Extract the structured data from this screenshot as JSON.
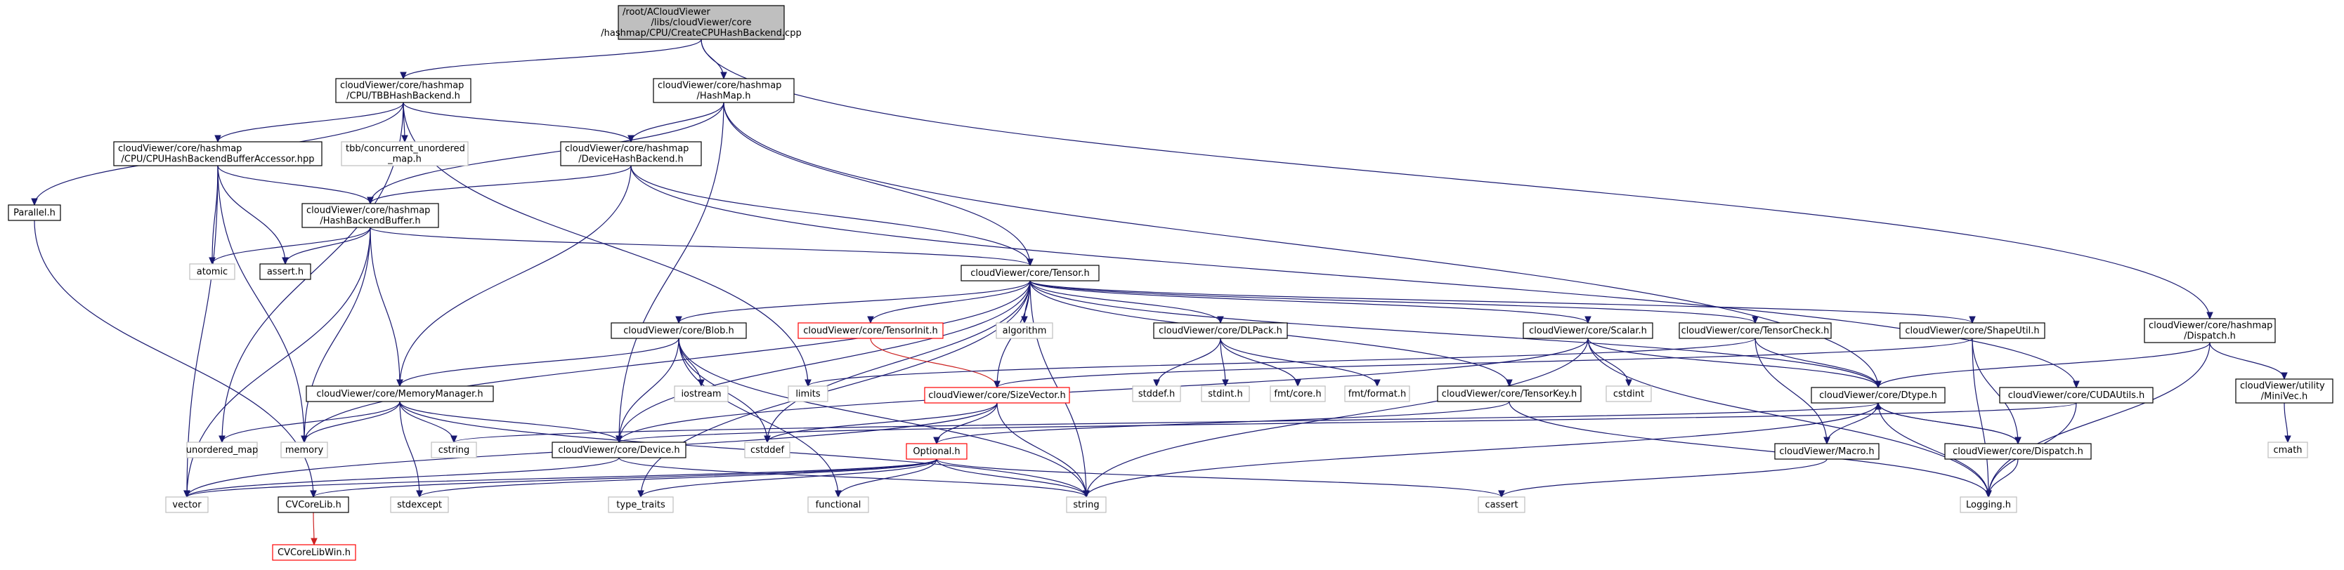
{
  "colors": {
    "edge": "#191970",
    "edge_red": "#cc2222",
    "box_black": "#000000",
    "box_grey": "#bfbfbf",
    "box_red": "#ff0000",
    "root_fill": "#bfbfbf"
  },
  "nodes": [
    {
      "id": "root",
      "lines": [
        "/root/ACloudViewer",
        "/libs/cloudViewer/core",
        "/hashmap/CPU/CreateCPUHashBackend.cpp"
      ],
      "style": "root"
    },
    {
      "id": "tbb_backend",
      "lines": [
        "cloudViewer/core/hashmap",
        "/CPU/TBBHashBackend.h"
      ],
      "style": "black"
    },
    {
      "id": "hashmap_h",
      "lines": [
        "cloudViewer/core/hashmap",
        "/HashMap.h"
      ],
      "style": "black"
    },
    {
      "id": "dispatch_hm",
      "lines": [
        "cloudViewer/core/hashmap",
        "/Dispatch.h"
      ],
      "style": "black"
    },
    {
      "id": "parallel",
      "lines": [
        "Parallel.h"
      ],
      "style": "black"
    },
    {
      "id": "cpu_accessor",
      "lines": [
        "cloudViewer/core/hashmap",
        "/CPU/CPUHashBackendBufferAccessor.hpp"
      ],
      "style": "black"
    },
    {
      "id": "tbb_map",
      "lines": [
        "tbb/concurrent_unordered",
        "_map.h"
      ],
      "style": "grey"
    },
    {
      "id": "device_backend",
      "lines": [
        "cloudViewer/core/hashmap",
        "/DeviceHashBackend.h"
      ],
      "style": "black"
    },
    {
      "id": "backend_buffer",
      "lines": [
        "cloudViewer/core/hashmap",
        "/HashBackendBuffer.h"
      ],
      "style": "black"
    },
    {
      "id": "atomic",
      "lines": [
        "atomic"
      ],
      "style": "grey"
    },
    {
      "id": "assert",
      "lines": [
        "assert.h"
      ],
      "style": "black"
    },
    {
      "id": "tensor",
      "lines": [
        "cloudViewer/core/Tensor.h"
      ],
      "style": "black"
    },
    {
      "id": "blob",
      "lines": [
        "cloudViewer/core/Blob.h"
      ],
      "style": "black"
    },
    {
      "id": "tensorinit",
      "lines": [
        "cloudViewer/core/TensorInit.h"
      ],
      "style": "red"
    },
    {
      "id": "algorithm",
      "lines": [
        "algorithm"
      ],
      "style": "grey"
    },
    {
      "id": "dlpack",
      "lines": [
        "cloudViewer/core/DLPack.h"
      ],
      "style": "black"
    },
    {
      "id": "scalar",
      "lines": [
        "cloudViewer/core/Scalar.h"
      ],
      "style": "black"
    },
    {
      "id": "tensorcheck",
      "lines": [
        "cloudViewer/core/TensorCheck.h"
      ],
      "style": "black"
    },
    {
      "id": "shapeutil",
      "lines": [
        "cloudViewer/core/ShapeUtil.h"
      ],
      "style": "black"
    },
    {
      "id": "minivec",
      "lines": [
        "cloudViewer/utility",
        "/MiniVec.h"
      ],
      "style": "black"
    },
    {
      "id": "memmgr",
      "lines": [
        "cloudViewer/core/MemoryManager.h"
      ],
      "style": "black"
    },
    {
      "id": "iostream",
      "lines": [
        "iostream"
      ],
      "style": "grey"
    },
    {
      "id": "limits",
      "lines": [
        "limits"
      ],
      "style": "grey"
    },
    {
      "id": "sizevector",
      "lines": [
        "cloudViewer/core/SizeVector.h"
      ],
      "style": "red"
    },
    {
      "id": "stddef_h",
      "lines": [
        "stddef.h"
      ],
      "style": "grey"
    },
    {
      "id": "stdint_h",
      "lines": [
        "stdint.h"
      ],
      "style": "grey"
    },
    {
      "id": "fmt_core",
      "lines": [
        "fmt/core.h"
      ],
      "style": "grey"
    },
    {
      "id": "fmt_format",
      "lines": [
        "fmt/format.h"
      ],
      "style": "grey"
    },
    {
      "id": "tensorkey",
      "lines": [
        "cloudViewer/core/TensorKey.h"
      ],
      "style": "black"
    },
    {
      "id": "cstdint",
      "lines": [
        "cstdint"
      ],
      "style": "grey"
    },
    {
      "id": "dtype",
      "lines": [
        "cloudViewer/core/Dtype.h"
      ],
      "style": "black"
    },
    {
      "id": "cudautils",
      "lines": [
        "cloudViewer/core/CUDAUtils.h"
      ],
      "style": "black"
    },
    {
      "id": "cmath",
      "lines": [
        "cmath"
      ],
      "style": "grey"
    },
    {
      "id": "unordered_map",
      "lines": [
        "unordered_map"
      ],
      "style": "grey"
    },
    {
      "id": "memory",
      "lines": [
        "memory"
      ],
      "style": "grey"
    },
    {
      "id": "cstring",
      "lines": [
        "cstring"
      ],
      "style": "grey"
    },
    {
      "id": "device",
      "lines": [
        "cloudViewer/core/Device.h"
      ],
      "style": "black"
    },
    {
      "id": "cstddef",
      "lines": [
        "cstddef"
      ],
      "style": "grey"
    },
    {
      "id": "optional",
      "lines": [
        "Optional.h"
      ],
      "style": "red"
    },
    {
      "id": "macro",
      "lines": [
        "cloudViewer/Macro.h"
      ],
      "style": "black"
    },
    {
      "id": "dispatch_core",
      "lines": [
        "cloudViewer/core/Dispatch.h"
      ],
      "style": "black"
    },
    {
      "id": "vector",
      "lines": [
        "vector"
      ],
      "style": "grey"
    },
    {
      "id": "cvcorelib",
      "lines": [
        "CVCoreLib.h"
      ],
      "style": "black"
    },
    {
      "id": "stdexcept",
      "lines": [
        "stdexcept"
      ],
      "style": "grey"
    },
    {
      "id": "type_traits",
      "lines": [
        "type_traits"
      ],
      "style": "grey"
    },
    {
      "id": "functional",
      "lines": [
        "functional"
      ],
      "style": "grey"
    },
    {
      "id": "string",
      "lines": [
        "string"
      ],
      "style": "grey"
    },
    {
      "id": "cassert",
      "lines": [
        "cassert"
      ],
      "style": "grey"
    },
    {
      "id": "logging",
      "lines": [
        "Logging.h"
      ],
      "style": "grey"
    },
    {
      "id": "cvcorelibwin",
      "lines": [
        "CVCoreLibWin.h"
      ],
      "style": "red"
    }
  ],
  "edges": [
    [
      "root",
      "tbb_backend"
    ],
    [
      "root",
      "hashmap_h"
    ],
    [
      "root",
      "dispatch_hm"
    ],
    [
      "tbb_backend",
      "parallel"
    ],
    [
      "tbb_backend",
      "cpu_accessor"
    ],
    [
      "tbb_backend",
      "tbb_map"
    ],
    [
      "tbb_backend",
      "device_backend"
    ],
    [
      "tbb_backend",
      "limits"
    ],
    [
      "tbb_backend",
      "unordered_map"
    ],
    [
      "hashmap_h",
      "device_backend"
    ],
    [
      "hashmap_h",
      "backend_buffer"
    ],
    [
      "hashmap_h",
      "tensor"
    ],
    [
      "hashmap_h",
      "dtype"
    ],
    [
      "hashmap_h",
      "device"
    ],
    [
      "dispatch_hm",
      "dtype"
    ],
    [
      "dispatch_hm",
      "minivec"
    ],
    [
      "dispatch_hm",
      "logging"
    ],
    [
      "parallel",
      "cvcorelib"
    ],
    [
      "cpu_accessor",
      "backend_buffer"
    ],
    [
      "cpu_accessor",
      "atomic"
    ],
    [
      "cpu_accessor",
      "assert"
    ],
    [
      "cpu_accessor",
      "memory"
    ],
    [
      "cpu_accessor",
      "vector"
    ],
    [
      "device_backend",
      "backend_buffer"
    ],
    [
      "device_backend",
      "tensor"
    ],
    [
      "device_backend",
      "memmgr"
    ],
    [
      "device_backend",
      "cudautils"
    ],
    [
      "backend_buffer",
      "atomic"
    ],
    [
      "backend_buffer",
      "assert"
    ],
    [
      "backend_buffer",
      "tensor"
    ],
    [
      "backend_buffer",
      "memmgr"
    ],
    [
      "backend_buffer",
      "memory"
    ],
    [
      "backend_buffer",
      "vector"
    ],
    [
      "tensor",
      "blob"
    ],
    [
      "tensor",
      "tensorinit"
    ],
    [
      "tensor",
      "algorithm"
    ],
    [
      "tensor",
      "dlpack"
    ],
    [
      "tensor",
      "scalar"
    ],
    [
      "tensor",
      "tensorcheck"
    ],
    [
      "tensor",
      "shapeutil"
    ],
    [
      "tensor",
      "sizevector"
    ],
    [
      "tensor",
      "tensorkey"
    ],
    [
      "tensor",
      "dtype"
    ],
    [
      "tensor",
      "device"
    ],
    [
      "tensor",
      "memory"
    ],
    [
      "tensor",
      "cstddef"
    ],
    [
      "tensor",
      "type_traits"
    ],
    [
      "tensor",
      "string"
    ],
    [
      "blob",
      "memmgr"
    ],
    [
      "blob",
      "iostream"
    ],
    [
      "blob",
      "device"
    ],
    [
      "blob",
      "cstddef"
    ],
    [
      "blob",
      "functional"
    ],
    [
      "blob",
      "string"
    ],
    [
      "tensorinit",
      "sizevector"
    ],
    [
      "dlpack",
      "stddef_h"
    ],
    [
      "dlpack",
      "stdint_h"
    ],
    [
      "dlpack",
      "fmt_core"
    ],
    [
      "dlpack",
      "fmt_format"
    ],
    [
      "scalar",
      "cstdint"
    ],
    [
      "scalar",
      "dtype"
    ],
    [
      "scalar",
      "device"
    ],
    [
      "scalar",
      "string"
    ],
    [
      "scalar",
      "logging"
    ],
    [
      "tensorcheck",
      "dtype"
    ],
    [
      "tensorcheck",
      "macro"
    ],
    [
      "tensorcheck",
      "limits"
    ],
    [
      "shapeutil",
      "sizevector"
    ],
    [
      "shapeutil",
      "dispatch_core"
    ],
    [
      "shapeutil",
      "logging"
    ],
    [
      "minivec",
      "cmath"
    ],
    [
      "memmgr",
      "unordered_map"
    ],
    [
      "memmgr",
      "memory"
    ],
    [
      "memmgr",
      "cstring"
    ],
    [
      "memmgr",
      "device"
    ],
    [
      "memmgr",
      "stdexcept"
    ],
    [
      "memmgr",
      "string"
    ],
    [
      "sizevector",
      "optional"
    ],
    [
      "sizevector",
      "cstddef"
    ],
    [
      "sizevector",
      "string"
    ],
    [
      "sizevector",
      "vector"
    ],
    [
      "tensorkey",
      "optional"
    ],
    [
      "tensorkey",
      "logging"
    ],
    [
      "dtype",
      "cstring"
    ],
    [
      "dtype",
      "macro"
    ],
    [
      "dtype",
      "dispatch_core"
    ],
    [
      "dtype",
      "logging"
    ],
    [
      "dtype",
      "string"
    ],
    [
      "cudautils",
      "device"
    ],
    [
      "cudautils",
      "logging"
    ],
    [
      "device",
      "vector"
    ],
    [
      "device",
      "string"
    ],
    [
      "optional",
      "vector"
    ],
    [
      "optional",
      "cvcorelib"
    ],
    [
      "optional",
      "stdexcept"
    ],
    [
      "optional",
      "type_traits"
    ],
    [
      "optional",
      "functional"
    ],
    [
      "optional",
      "string"
    ],
    [
      "optional",
      "cassert"
    ],
    [
      "macro",
      "cassert"
    ],
    [
      "dispatch_core",
      "dtype"
    ],
    [
      "dispatch_core",
      "logging"
    ],
    [
      "cvcorelib",
      "cvcorelibwin"
    ]
  ]
}
